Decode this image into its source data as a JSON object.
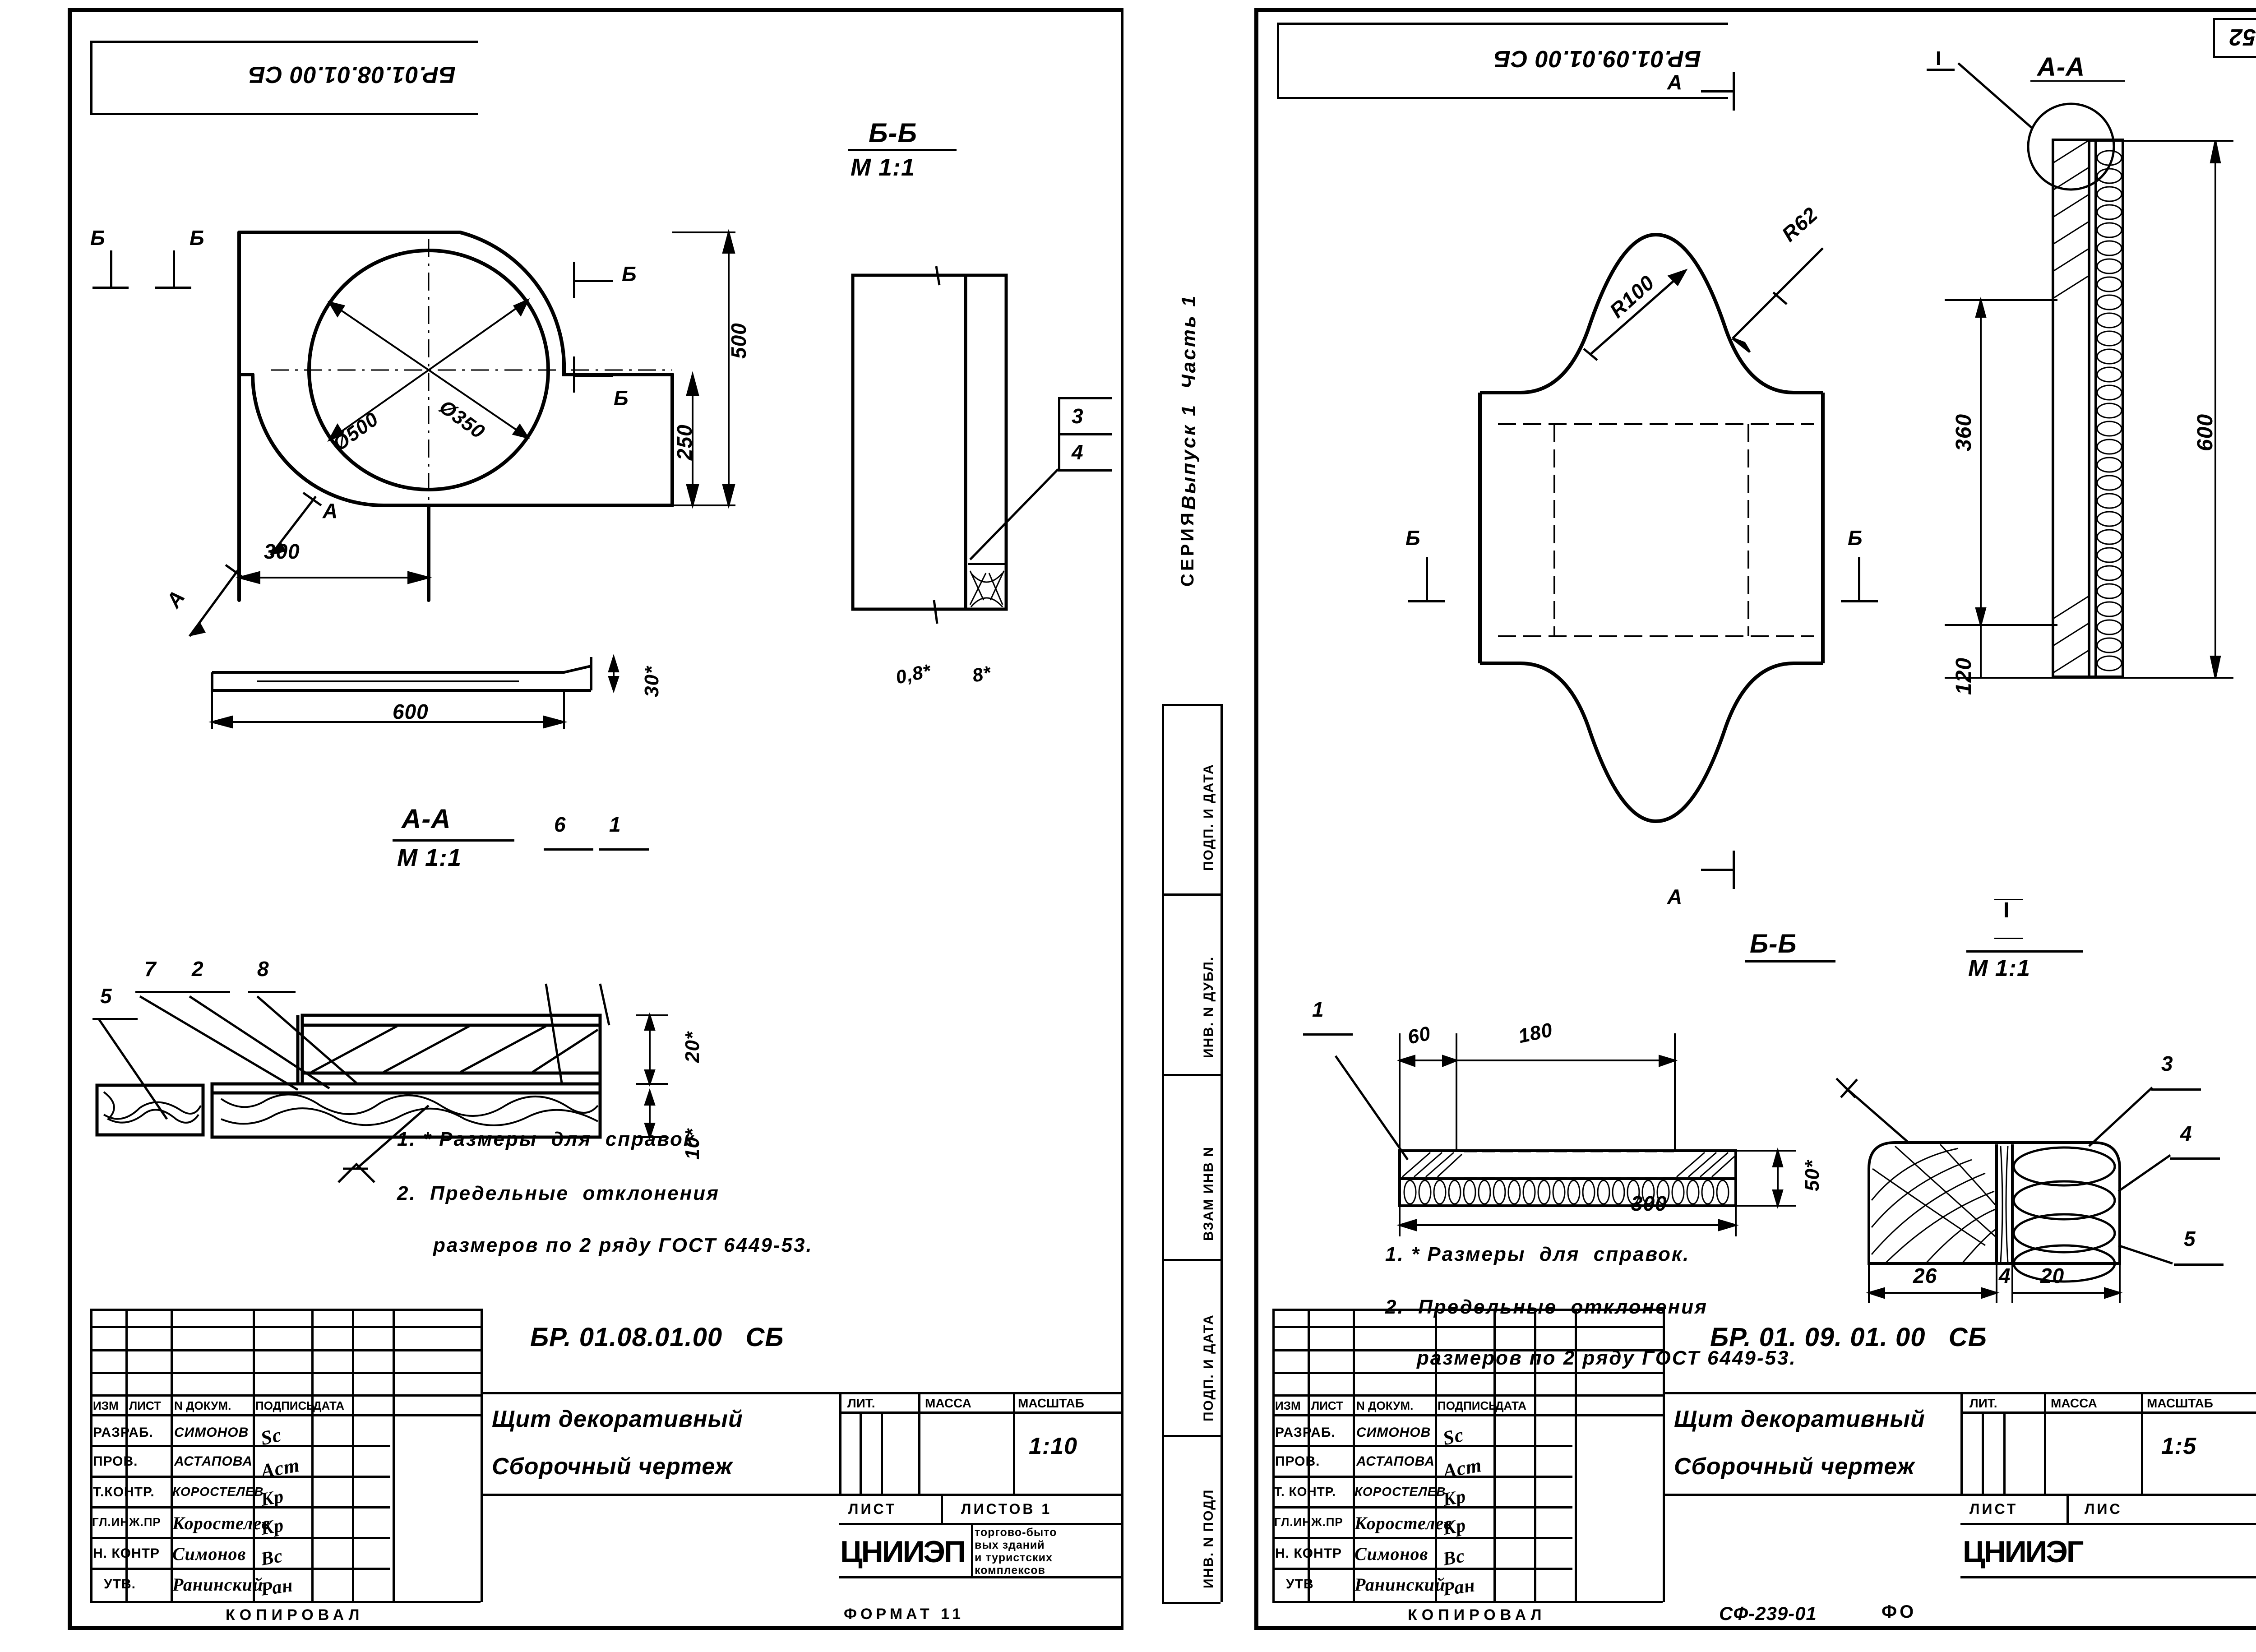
{
  "page": {
    "page_number": "52",
    "sheet_format_left": "ФОРМАТ 11",
    "footer_code_right": "СФ-239-01",
    "footer_format_right": "ФО",
    "copied_label": "КОПИРОВАЛ"
  },
  "margin_strip": {
    "series_label": "СЕРИЯ",
    "issue_label": "Выпуск 1  Часть 1",
    "boxes": [
      "ПОДП. И ДАТА",
      "ИНВ. N ДУБЛ.",
      "ВЗАМ ИНВ N",
      "ПОДП. И ДАТА",
      "ИНВ. N ПОДЛ"
    ]
  },
  "left_sheet": {
    "corner_code": "БР.01.08.01.00 СБ",
    "views": {
      "plan": {
        "section_marks": [
          "Б",
          "Б",
          "Б",
          "Б",
          "А",
          "А"
        ],
        "dims": [
          "Ø500",
          "Ø350",
          "500",
          "250",
          "300"
        ]
      },
      "edge_view": {
        "dims": [
          "600",
          "30*"
        ]
      },
      "section_bb": {
        "title": "Б-Б",
        "scale": "М 1:1",
        "dims": [
          "0,8*",
          "8*"
        ],
        "balloons": [
          "3",
          "4"
        ]
      },
      "section_aa": {
        "title": "А-А",
        "scale": "М 1:1",
        "dims": [
          "20*",
          "10*"
        ],
        "balloons": [
          "7",
          "2",
          "8",
          "5",
          "6",
          "1"
        ]
      }
    },
    "notes": [
      "1. * Размеры  для  справок.",
      "2.  Предельные  отклонения",
      "размеров по 2 ряду ГОСТ 6449-53."
    ],
    "title_block": {
      "drawing_code": "БР. 01.08.01.00   СБ",
      "title_line1": "Щит декоративный",
      "title_line2": "Сборочный чертеж",
      "columns": [
        "ИЗМ",
        "ЛИСТ",
        "N ДОКУМ.",
        "ПОДПИСЬ",
        "ДАТА"
      ],
      "rows": [
        {
          "role": "РАЗРАБ.",
          "name": "СИМОНОВ",
          "sign": "Sc",
          "date": ""
        },
        {
          "role": "ПРОВ.",
          "name": "АСТАПОВА",
          "sign": "Acm",
          "date": ""
        },
        {
          "role": "Т.КОНТР.",
          "name": "КОРОСТЕЛЕВ",
          "sign": "Kp",
          "date": ""
        },
        {
          "role": "ГЛ.ИНЖ.ПР",
          "name": "Коростелев",
          "sign": "Kp",
          "date": ""
        },
        {
          "role": "Н. КОНТР",
          "name": "Симонов",
          "sign": "Bc",
          "date": ""
        },
        {
          "role": "УТВ.",
          "name": "Ранинский",
          "sign": "Ран",
          "date": ""
        }
      ],
      "lit_label": "ЛИТ.",
      "mass_label": "МАССА",
      "scale_label": "МАСШТАБ",
      "scale_value": "1:10",
      "sheet_label": "ЛИСТ",
      "sheets_label": "ЛИСТОВ 1",
      "org_abbr": "ЦНИИЭП",
      "org_lines": [
        "торгово-быто",
        "вых зданий",
        "и туристских",
        "комплексов"
      ]
    }
  },
  "right_sheet": {
    "corner_code": "БР.01.09.01.00 СБ",
    "views": {
      "elevation": {
        "section_marks": [
          "А",
          "А",
          "Б",
          "Б"
        ],
        "radii": [
          "R100",
          "R62"
        ]
      },
      "section_aa": {
        "title": "А-А",
        "dims": [
          "360",
          "120",
          "600"
        ],
        "detail_mark": "I"
      },
      "section_bb": {
        "title": "Б-Б",
        "dims": [
          "60",
          "180",
          "300",
          "50*"
        ],
        "balloons": [
          "1"
        ]
      },
      "detail_i": {
        "title": "I",
        "scale": "М 1:1",
        "dims": [
          "26",
          "4",
          "20"
        ],
        "balloons": [
          "3",
          "4",
          "5"
        ]
      }
    },
    "notes": [
      "1. * Размеры  для  справок.",
      "2.  Предельные  отклонения",
      "размеров по 2 ряду ГОСТ 6449-53."
    ],
    "title_block": {
      "drawing_code": "БР. 01. 09. 01. 00   СБ",
      "title_line1": "Щит декоративный",
      "title_line2": "Сборочный чертеж",
      "columns": [
        "ИЗМ",
        "ЛИСТ",
        "N ДОКУМ.",
        "ПОДПИСЬ",
        "ДАТА"
      ],
      "rows": [
        {
          "role": "РАЗРАБ.",
          "name": "СИМОНОВ",
          "sign": "Sc",
          "date": ""
        },
        {
          "role": "ПРОВ.",
          "name": "АСТАПОВА",
          "sign": "Acm",
          "date": ""
        },
        {
          "role": "Т. КОНТР.",
          "name": "КОРОСТЕЛЕВ",
          "sign": "Kp",
          "date": ""
        },
        {
          "role": "ГЛ.ИНЖ.ПР",
          "name": "Коростелев",
          "sign": "Kp",
          "date": ""
        },
        {
          "role": "Н. КОНТР",
          "name": "Симонов",
          "sign": "Bc",
          "date": ""
        },
        {
          "role": "УТВ",
          "name": "Ранинский",
          "sign": "Ран",
          "date": ""
        }
      ],
      "lit_label": "ЛИТ.",
      "mass_label": "МАССА",
      "scale_label": "МАСШТАБ",
      "scale_value": "1:5",
      "sheet_label": "ЛИСТ",
      "sheets_label": "ЛИС",
      "org_abbr": "ЦНИИЭГ"
    }
  }
}
